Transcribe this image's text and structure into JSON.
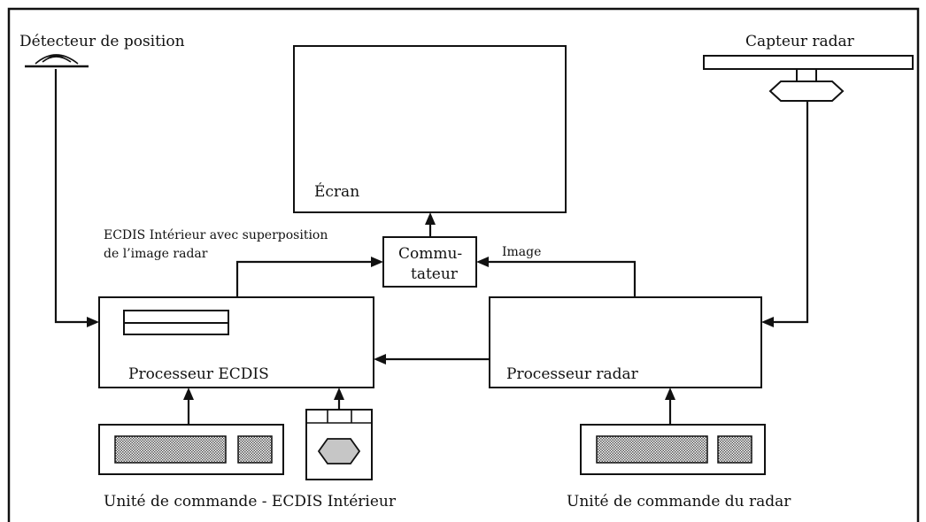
{
  "labels": {
    "position_sensor": "Détecteur de position",
    "radar_sensor": "Capteur radar",
    "screen": "Écran",
    "overlay_note_line1": "ECDIS Intérieur avec superposition",
    "overlay_note_line2": "de l’image radar",
    "switch_line1": "Commu-",
    "switch_line2": "tateur",
    "image": "Image",
    "ecdis_processor": "Processeur ECDIS",
    "radar_processor": "Processeur radar",
    "ecdis_control_unit": "Unité de commande - ECDIS Intérieur",
    "radar_control_unit": "Unité de commande du radar"
  },
  "colors": {
    "line": "#111111",
    "hatch": "#555555",
    "trackball": "#c6c6c6",
    "background": "#ffffff"
  }
}
